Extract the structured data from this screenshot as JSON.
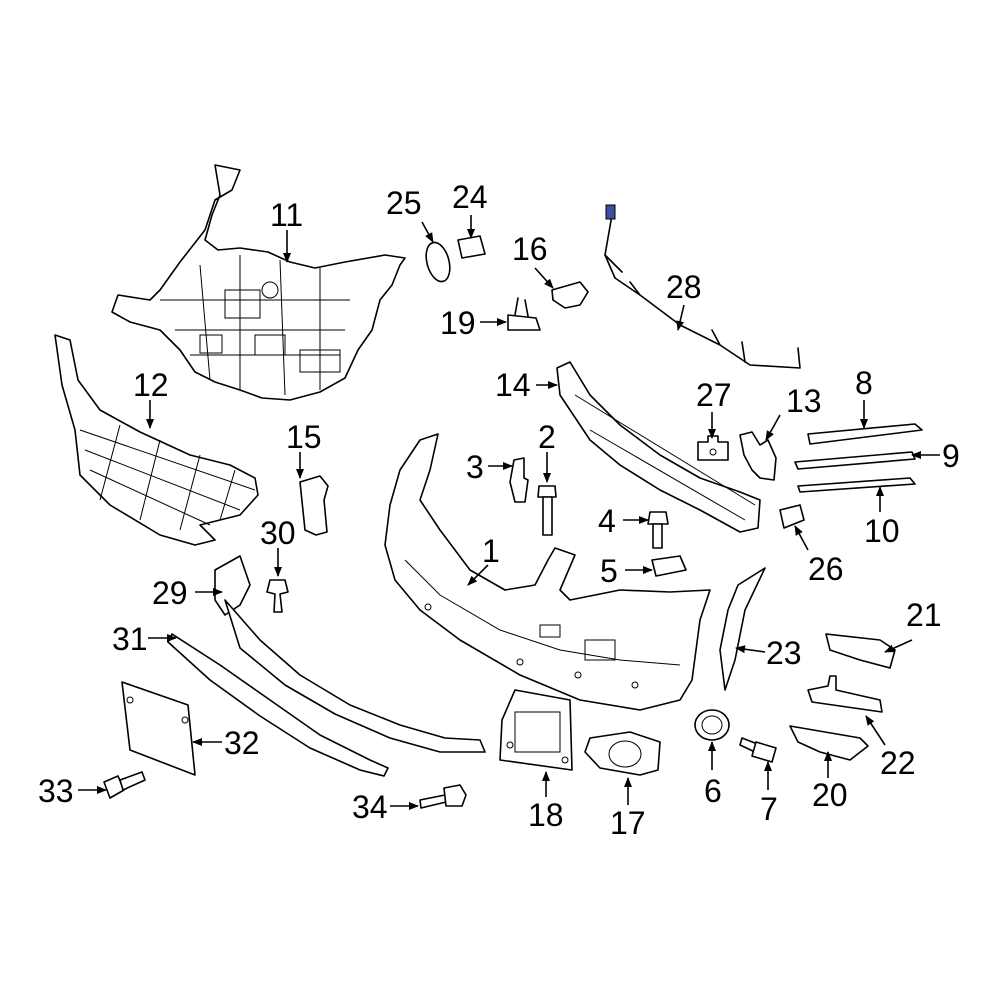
{
  "callouts": {
    "c1": "1",
    "c2": "2",
    "c3": "3",
    "c4": "4",
    "c5": "5",
    "c6": "6",
    "c7": "7",
    "c8": "8",
    "c9": "9",
    "c10": "10",
    "c11": "11",
    "c12": "12",
    "c13": "13",
    "c14": "14",
    "c15": "15",
    "c16": "16",
    "c17": "17",
    "c18": "18",
    "c19": "19",
    "c20": "20",
    "c21": "21",
    "c22": "22",
    "c23": "23",
    "c24": "24",
    "c25": "25",
    "c26": "26",
    "c27": "27",
    "c28": "28",
    "c29": "29",
    "c30": "30",
    "c31": "31",
    "c32": "32",
    "c33": "33",
    "c34": "34"
  },
  "colors": {
    "line": "#000000",
    "background": "#ffffff",
    "connector": "#3a4fa0"
  }
}
